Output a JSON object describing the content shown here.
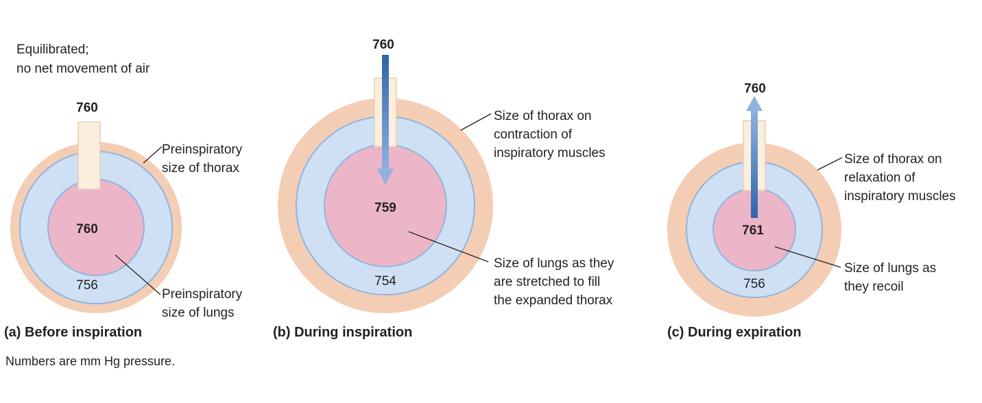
{
  "panel_a": {
    "top_note_line1": "Equilibrated;",
    "top_note_line2": "no net movement of air",
    "atmospheric_pressure": "760",
    "alveolar_pressure": "760",
    "intrapleural_pressure": "756",
    "thorax_label_line1": "Preinspiratory",
    "thorax_label_line2": "size of thorax",
    "lungs_label_line1": "Preinspiratory",
    "lungs_label_line2": "size of lungs",
    "caption": "(a)  Before inspiration"
  },
  "panel_b": {
    "atmospheric_pressure": "760",
    "alveolar_pressure": "759",
    "intrapleural_pressure": "754",
    "thorax_label_line1": "Size of thorax on",
    "thorax_label_line2": "contraction of",
    "thorax_label_line3": "inspiratory muscles",
    "lungs_label_line1": "Size of lungs as they",
    "lungs_label_line2": "are stretched to fill",
    "lungs_label_line3": "the expanded thorax",
    "caption": "(b)  During inspiration"
  },
  "panel_c": {
    "atmospheric_pressure": "760",
    "alveolar_pressure": "761",
    "intrapleural_pressure": "756",
    "thorax_label_line1": "Size of thorax on",
    "thorax_label_line2": "relaxation of",
    "thorax_label_line3": "inspiratory muscles",
    "lungs_label_line1": "Size of lungs as",
    "lungs_label_line2": "they recoil",
    "caption": "(c)  During expiration"
  },
  "footnote": "Numbers are mm Hg pressure.",
  "colors": {
    "thorax": "#f4cdb5",
    "pleural_space": "#cfe0f4",
    "lung": "#ecb6c8",
    "airflow_arrow": "#2f64a8"
  }
}
